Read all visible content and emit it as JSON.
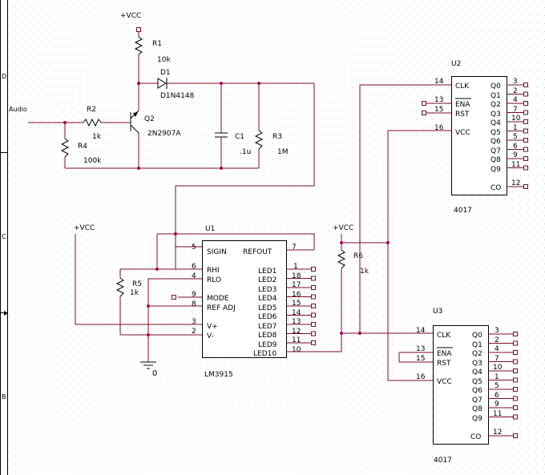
{
  "labels": {
    "vcc_top": "+VCC",
    "vcc_left": "+VCC",
    "vcc_mid": "+VCC",
    "audio": "Audio",
    "gnd": "0"
  },
  "components": {
    "r1": {
      "ref": "R1",
      "value": "10k"
    },
    "d1": {
      "ref": "D1",
      "value": "D1N4148"
    },
    "r2": {
      "ref": "R2",
      "value": "1k"
    },
    "q2": {
      "ref": "Q2",
      "value": "2N2907A"
    },
    "r4": {
      "ref": "R4",
      "value": "100k"
    },
    "c1": {
      "ref": "C1",
      "value": ".1u"
    },
    "r3": {
      "ref": "R3",
      "value": "1M"
    },
    "r5": {
      "ref": "R5",
      "value": "1k"
    },
    "r6": {
      "ref": "R6",
      "value": "1k"
    }
  },
  "u1": {
    "ref": "U1",
    "part": "LM3915",
    "left_pins": [
      {
        "name": "SIGIN",
        "num": "5"
      },
      {
        "name": "RHI",
        "num": "6"
      },
      {
        "name": "RLO",
        "num": "4"
      },
      {
        "name": "MODE",
        "num": "9"
      },
      {
        "name": "REF ADJ",
        "num": "8"
      },
      {
        "name": "V+",
        "num": "3"
      },
      {
        "name": "V-",
        "num": "2"
      }
    ],
    "refout": {
      "name": "REFOUT",
      "num": "7"
    },
    "right_pins": [
      {
        "name": "LED1",
        "num": "1"
      },
      {
        "name": "LED2",
        "num": "18"
      },
      {
        "name": "LED3",
        "num": "17"
      },
      {
        "name": "LED4",
        "num": "16"
      },
      {
        "name": "LED5",
        "num": "15"
      },
      {
        "name": "LED6",
        "num": "14"
      },
      {
        "name": "LED7",
        "num": "13"
      },
      {
        "name": "LED8",
        "num": "12"
      },
      {
        "name": "LED9",
        "num": "11"
      },
      {
        "name": "LED10",
        "num": "10"
      }
    ]
  },
  "u2": {
    "ref": "U2",
    "part": "4017",
    "left_pins": [
      {
        "name": "CLK",
        "num": "14"
      },
      {
        "name": "ENA",
        "num": "13"
      },
      {
        "name": "RST",
        "num": "15"
      },
      {
        "name": "VCC",
        "num": "16"
      }
    ],
    "outputs": [
      {
        "name": "Q0",
        "num": "3"
      },
      {
        "name": "Q1",
        "num": "2"
      },
      {
        "name": "Q2",
        "num": "4"
      },
      {
        "name": "Q3",
        "num": "7"
      },
      {
        "name": "Q4",
        "num": "10"
      },
      {
        "name": "Q5",
        "num": "1"
      },
      {
        "name": "Q6",
        "num": "5"
      },
      {
        "name": "Q7",
        "num": "6"
      },
      {
        "name": "Q8",
        "num": "9"
      },
      {
        "name": "Q9",
        "num": "11"
      }
    ],
    "co": {
      "name": "CO",
      "num": "12"
    }
  },
  "u3": {
    "ref": "U3",
    "part": "4017",
    "left_pins": [
      {
        "name": "CLK",
        "num": "14"
      },
      {
        "name": "ENA",
        "num": "13"
      },
      {
        "name": "RST",
        "num": "15"
      },
      {
        "name": "VCC",
        "num": "16"
      }
    ],
    "outputs": [
      {
        "name": "Q0",
        "num": "3"
      },
      {
        "name": "Q1",
        "num": "2"
      },
      {
        "name": "Q2",
        "num": "4"
      },
      {
        "name": "Q3",
        "num": "7"
      },
      {
        "name": "Q4",
        "num": "10"
      },
      {
        "name": "Q5",
        "num": "1"
      },
      {
        "name": "Q6",
        "num": "5"
      },
      {
        "name": "Q7",
        "num": "6"
      },
      {
        "name": "Q8",
        "num": "9"
      },
      {
        "name": "Q9",
        "num": "11"
      }
    ],
    "co": {
      "name": "CO",
      "num": "12"
    }
  },
  "border_letters": [
    "D",
    "C",
    "B"
  ]
}
